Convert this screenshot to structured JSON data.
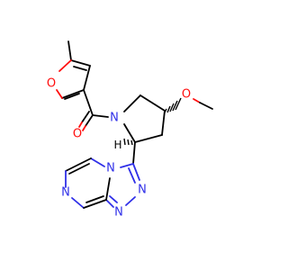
{
  "molecule": {
    "atoms": [
      {
        "id": "o_furan",
        "symbol": "O",
        "color": "#ff0d0d"
      },
      {
        "id": "o_carbonyl",
        "symbol": "O",
        "color": "#ff0d0d"
      },
      {
        "id": "o_methoxy",
        "symbol": "O",
        "color": "#ff0d0d"
      },
      {
        "id": "n_pyrrolidine",
        "symbol": "N",
        "color": "#2f2fe8"
      },
      {
        "id": "h_stereo",
        "symbol": "H",
        "color": "#000000"
      },
      {
        "id": "n_bridge",
        "symbol": "N",
        "color": "#2f2fe8"
      },
      {
        "id": "n_pyrazine",
        "symbol": "N",
        "color": "#2f2fe8"
      },
      {
        "id": "n_triazole_1",
        "symbol": "N",
        "color": "#2f2fe8"
      },
      {
        "id": "n_triazole_2",
        "symbol": "N",
        "color": "#2f2fe8"
      }
    ]
  }
}
